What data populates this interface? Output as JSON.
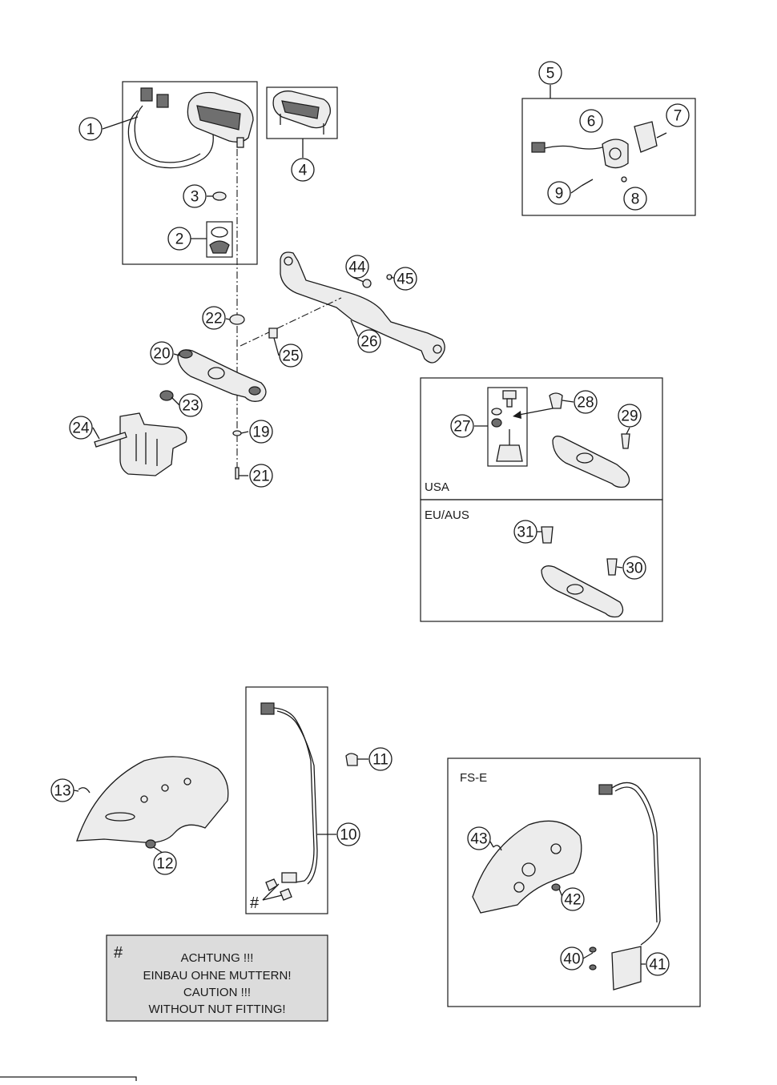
{
  "callouts": [
    "1",
    "2",
    "3",
    "4",
    "5",
    "6",
    "7",
    "8",
    "9",
    "10",
    "11",
    "12",
    "13",
    "19",
    "20",
    "21",
    "22",
    "23",
    "24",
    "25",
    "26",
    "27",
    "28",
    "29",
    "30",
    "31",
    "40",
    "41",
    "42",
    "43",
    "44",
    "45"
  ],
  "variant_labels": {
    "usa": "USA",
    "eu_aus": "EU/AUS",
    "fs_e": "FS-E"
  },
  "note": {
    "symbol": "#",
    "lines": [
      "ACHTUNG !!!",
      "EINBAU OHNE MUTTERN!",
      "CAUTION !!!",
      "WITHOUT NUT FITTING!"
    ]
  },
  "marker_symbol": "#",
  "colors": {
    "line": "#1a1a1a",
    "note_background": "#dcdcdc",
    "part_fill": "#ececec"
  }
}
